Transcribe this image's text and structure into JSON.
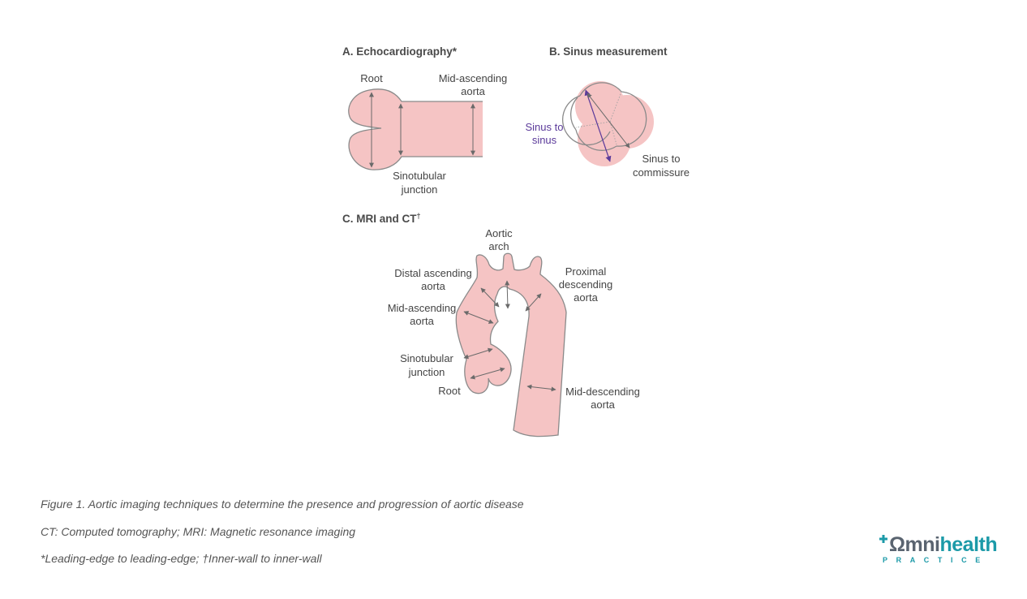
{
  "panel_a": {
    "title": "A. Echocardiography*",
    "label_root": "Root",
    "label_mid_1": "Mid-ascending",
    "label_mid_2": "aorta",
    "label_stj_1": "Sinotubular",
    "label_stj_2": "junction"
  },
  "panel_b": {
    "title": "B. Sinus measurement",
    "label_s2s_1": "Sinus to",
    "label_s2s_2": "sinus",
    "label_s2c_1": "Sinus to",
    "label_s2c_2": "commissure"
  },
  "panel_c": {
    "title": "C. MRI and CT",
    "title_sup": "†",
    "label_arch_1": "Aortic",
    "label_arch_2": "arch",
    "label_distal_1": "Distal ascending",
    "label_distal_2": "aorta",
    "label_prox_1": "Proximal",
    "label_prox_2": "descending",
    "label_prox_3": "aorta",
    "label_midasc_1": "Mid-ascending",
    "label_midasc_2": "aorta",
    "label_stj_1": "Sinotubular",
    "label_stj_2": "junction",
    "label_root": "Root",
    "label_middesc_1": "Mid-descending",
    "label_middesc_2": "aorta"
  },
  "captions": {
    "figure": "Figure 1. Aortic imaging techniques to determine the presence and progression of aortic disease",
    "abbrev": "CT: Computed tomography; MRI: Magnetic resonance imaging",
    "footnote": "*Leading-edge to leading-edge; †Inner-wall to inner-wall"
  },
  "logo": {
    "word_part1": "Ωmni",
    "word_part2": "health",
    "sub": "PRACTICE"
  },
  "colors": {
    "aorta_fill": "#f5c4c4",
    "outline": "#8a8a8a",
    "arrow": "#6a6a6a",
    "sinus_to_sinus": "#5b3a9a",
    "brand_teal": "#1c9aa8"
  }
}
